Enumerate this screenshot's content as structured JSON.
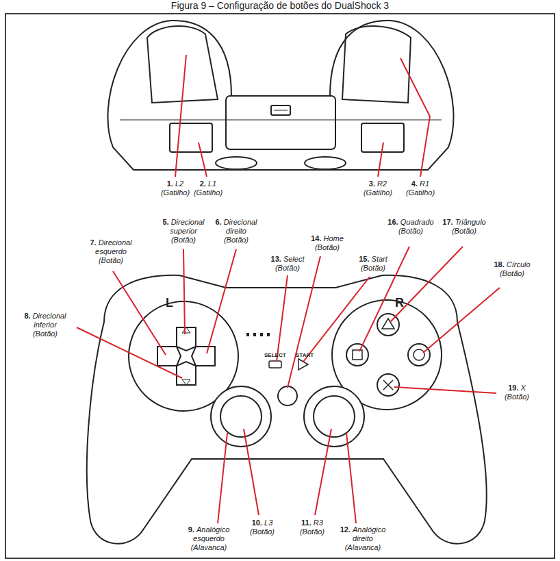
{
  "diagram": {
    "title": "Figura 9 – Configuração de botões do DualShock 3",
    "labels": [
      "1.",
      "L2",
      "(Gatilho)",
      "2.",
      "L1",
      "(Gatilho)",
      "3.",
      "R2",
      "(Gatilho)",
      "4.",
      "R1",
      "(Gatilho)",
      "5.",
      "Direcional superior",
      "(Botão)",
      "6.",
      "Direcional direito",
      "(Botão)",
      "7.",
      "Direcional esquerdo",
      "(Botão)",
      "8.",
      "Direcional inferior",
      "(Botão)",
      "9.",
      "Analógico esquerdo",
      "(Alavanca)",
      "10.",
      "L3",
      "(Botão)",
      "11.",
      "R3",
      "(Botão)",
      "12.",
      "Analógico direito",
      "(Alavanca)",
      "13.",
      "Select",
      "(Botão)",
      "14.",
      "Home",
      "(Botão)",
      "15.",
      "Start",
      "(Botão)",
      "16.",
      "Quadrado",
      "(Botão)",
      "17.",
      "Triângulo",
      "(Botão)",
      "18.",
      "Círculo",
      "(Botão)",
      "19.",
      "X",
      "(Botão)",
      "L",
      "R",
      "SELECT",
      "START"
    ]
  }
}
